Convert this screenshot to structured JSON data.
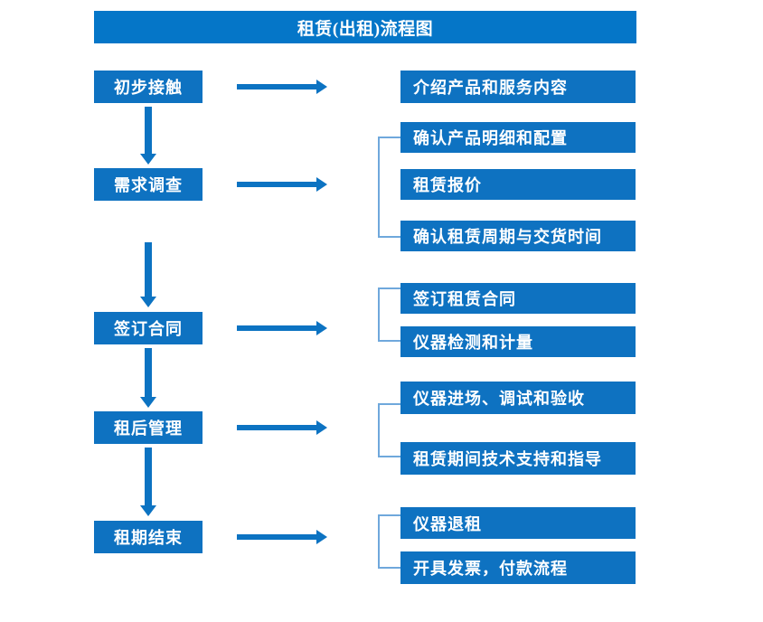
{
  "diagram": {
    "title": "租赁(出租)流程图",
    "colors": {
      "title_bar": "#0576c8",
      "box": "#0e72c1",
      "arrow": "#0c73c2",
      "bracket": "#6fa8dc",
      "text": "#ffffff",
      "background": "#ffffff"
    },
    "stages": [
      {
        "label": "初步接触"
      },
      {
        "label": "需求调查"
      },
      {
        "label": "签订合同"
      },
      {
        "label": "租后管理"
      },
      {
        "label": "租期结束"
      }
    ],
    "details": [
      {
        "label": "介绍产品和服务内容"
      },
      {
        "label": "确认产品明细和配置"
      },
      {
        "label": "租赁报价"
      },
      {
        "label": "确认租赁周期与交货时间"
      },
      {
        "label": "签订租赁合同"
      },
      {
        "label": "仪器检测和计量"
      },
      {
        "label": "仪器进场、调试和验收"
      },
      {
        "label": "租赁期间技术支持和指导"
      },
      {
        "label": "仪器退租"
      },
      {
        "label": "开具发票，付款流程"
      }
    ]
  }
}
